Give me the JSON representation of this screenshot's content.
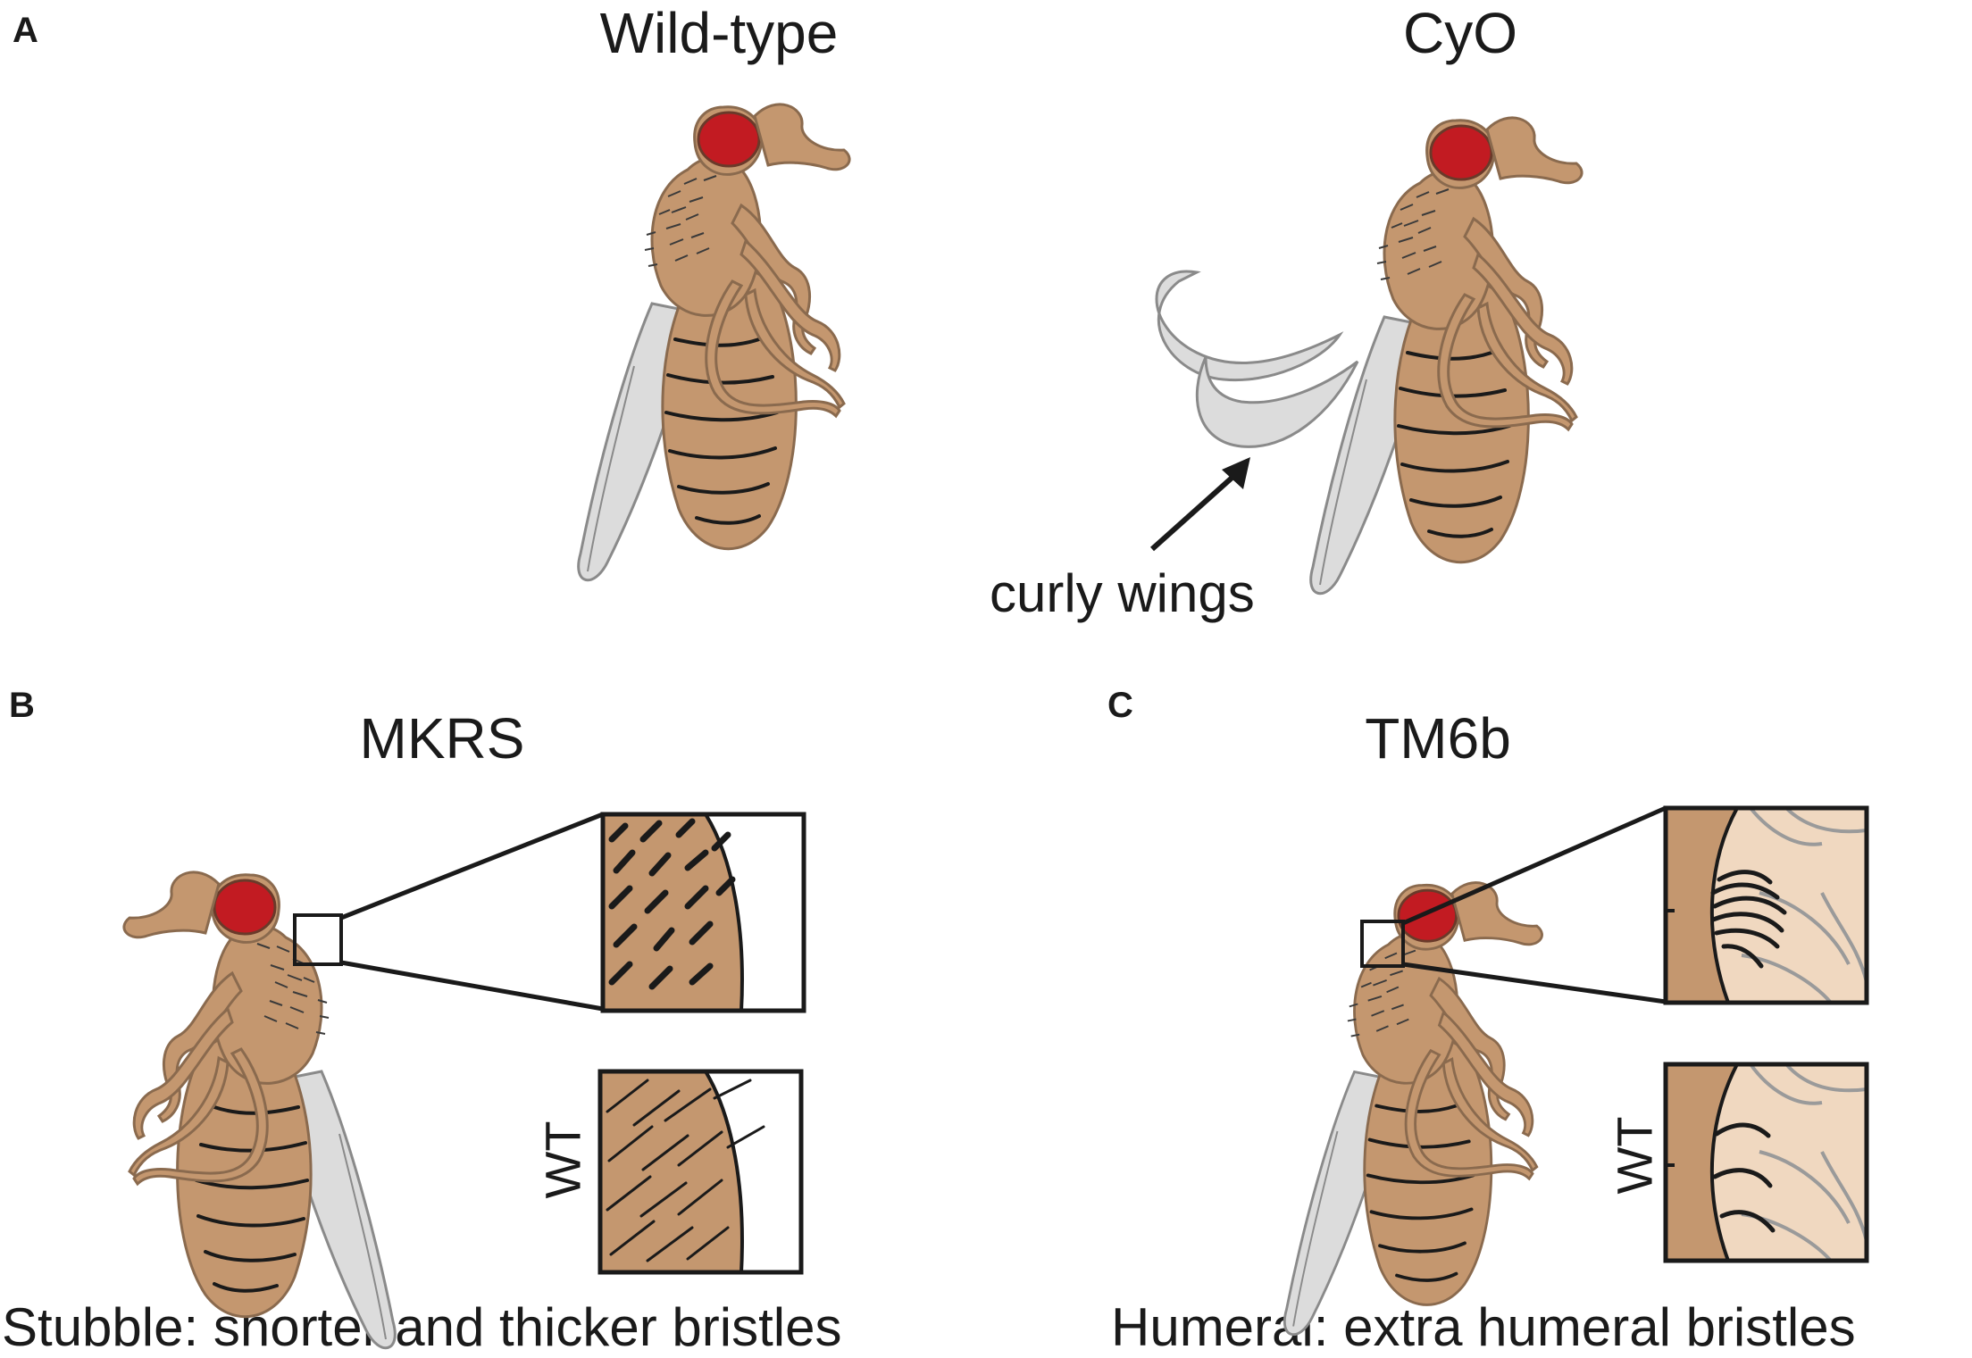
{
  "panels": {
    "a": {
      "letter": "A",
      "left_title": "Wild-type",
      "right_title": "CyO",
      "annotation": "curly wings"
    },
    "b": {
      "letter": "B",
      "title": "MKRS",
      "inset_label": "WT",
      "caption": "Stubble: shorter and thicker bristles"
    },
    "c": {
      "letter": "C",
      "title": "TM6b",
      "inset_label": "WT",
      "caption": "Humeral: extra humeral bristles"
    }
  },
  "colors": {
    "body": "#c4976f",
    "outline": "#8a6a4e",
    "eye": "#c21b22",
    "wing": "#dcdcdc",
    "head_bg": "#f0d8c0"
  }
}
